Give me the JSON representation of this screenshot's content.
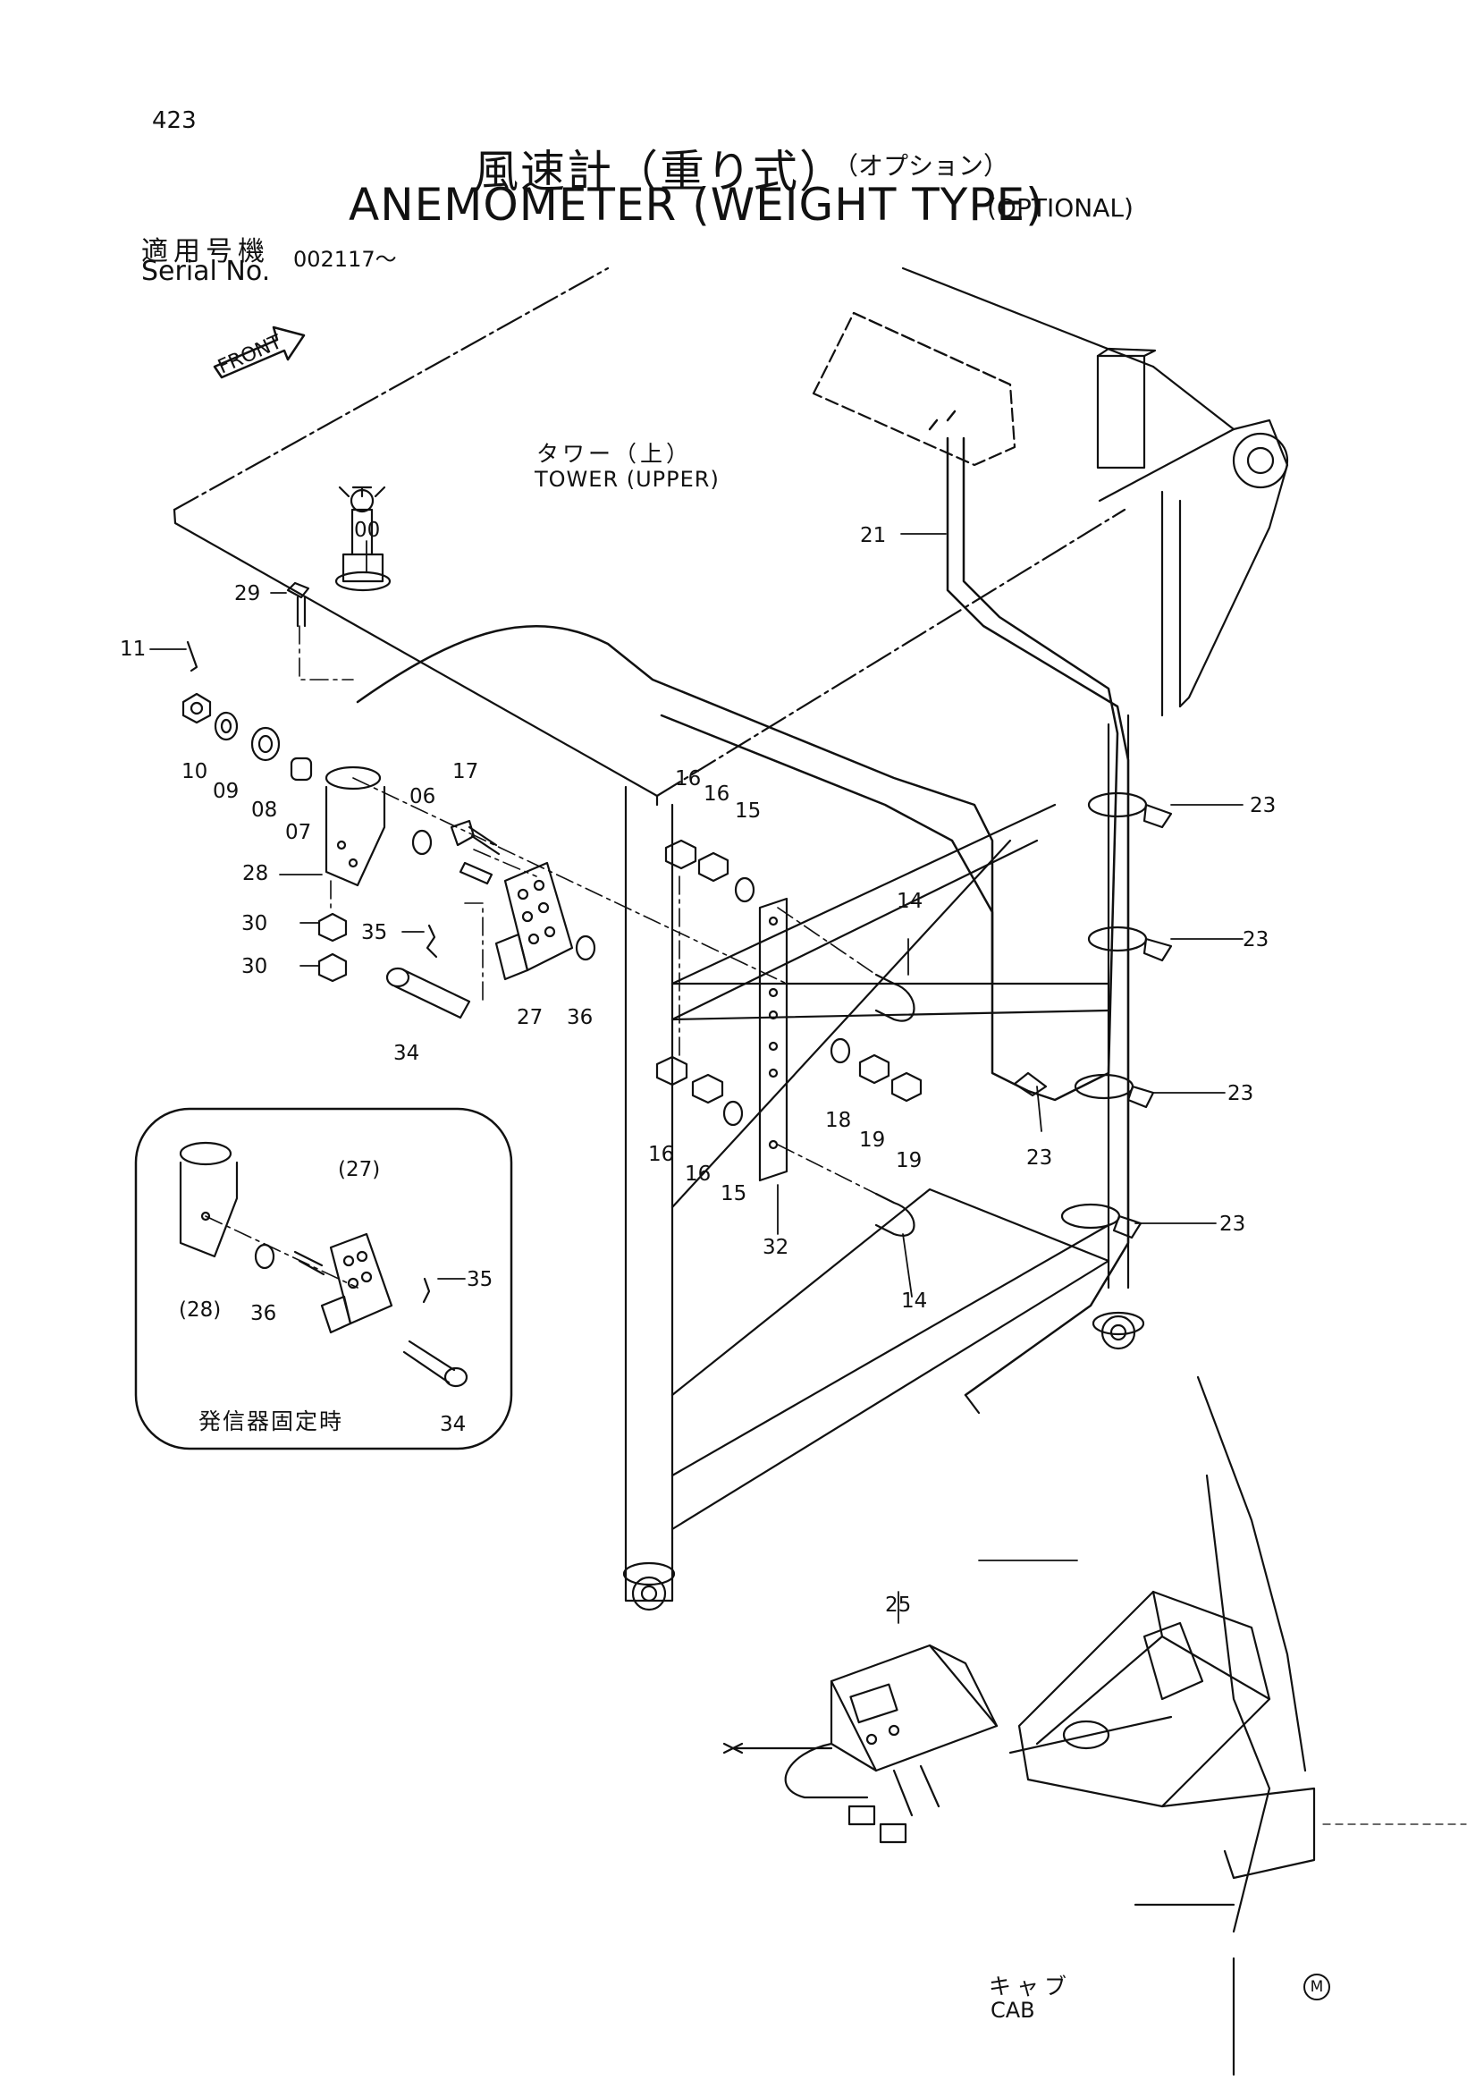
{
  "page_number": "423",
  "title": {
    "japanese": "風速計（重り式）",
    "japanese_optional": "（オプション）",
    "english": "ANEMOMETER (WEIGHT TYPE)",
    "english_optional": "(OPTIONAL)"
  },
  "serial": {
    "label_japanese": "適用号機",
    "label_english": "Serial No.",
    "value": "002117～"
  },
  "labels": {
    "tower_japanese": "タワー（上）",
    "tower_english": "TOWER (UPPER)",
    "cab_japanese": "キャブ",
    "cab_english": "CAB",
    "front_arrow": "FRONT",
    "inset_caption": "発信器固定時"
  },
  "callouts": [
    "00",
    "29",
    "11",
    "10",
    "09",
    "08",
    "07",
    "06",
    "17",
    "28",
    "30",
    "30",
    "35",
    "34",
    "27",
    "36",
    "16",
    "16",
    "15",
    "14",
    "16",
    "16",
    "15",
    "32",
    "18",
    "19",
    "19",
    "14",
    "21",
    "23",
    "23",
    "23",
    "23",
    "23",
    "25",
    "(27)",
    "(28)",
    "36",
    "35",
    "34"
  ],
  "footer_mark": "M"
}
